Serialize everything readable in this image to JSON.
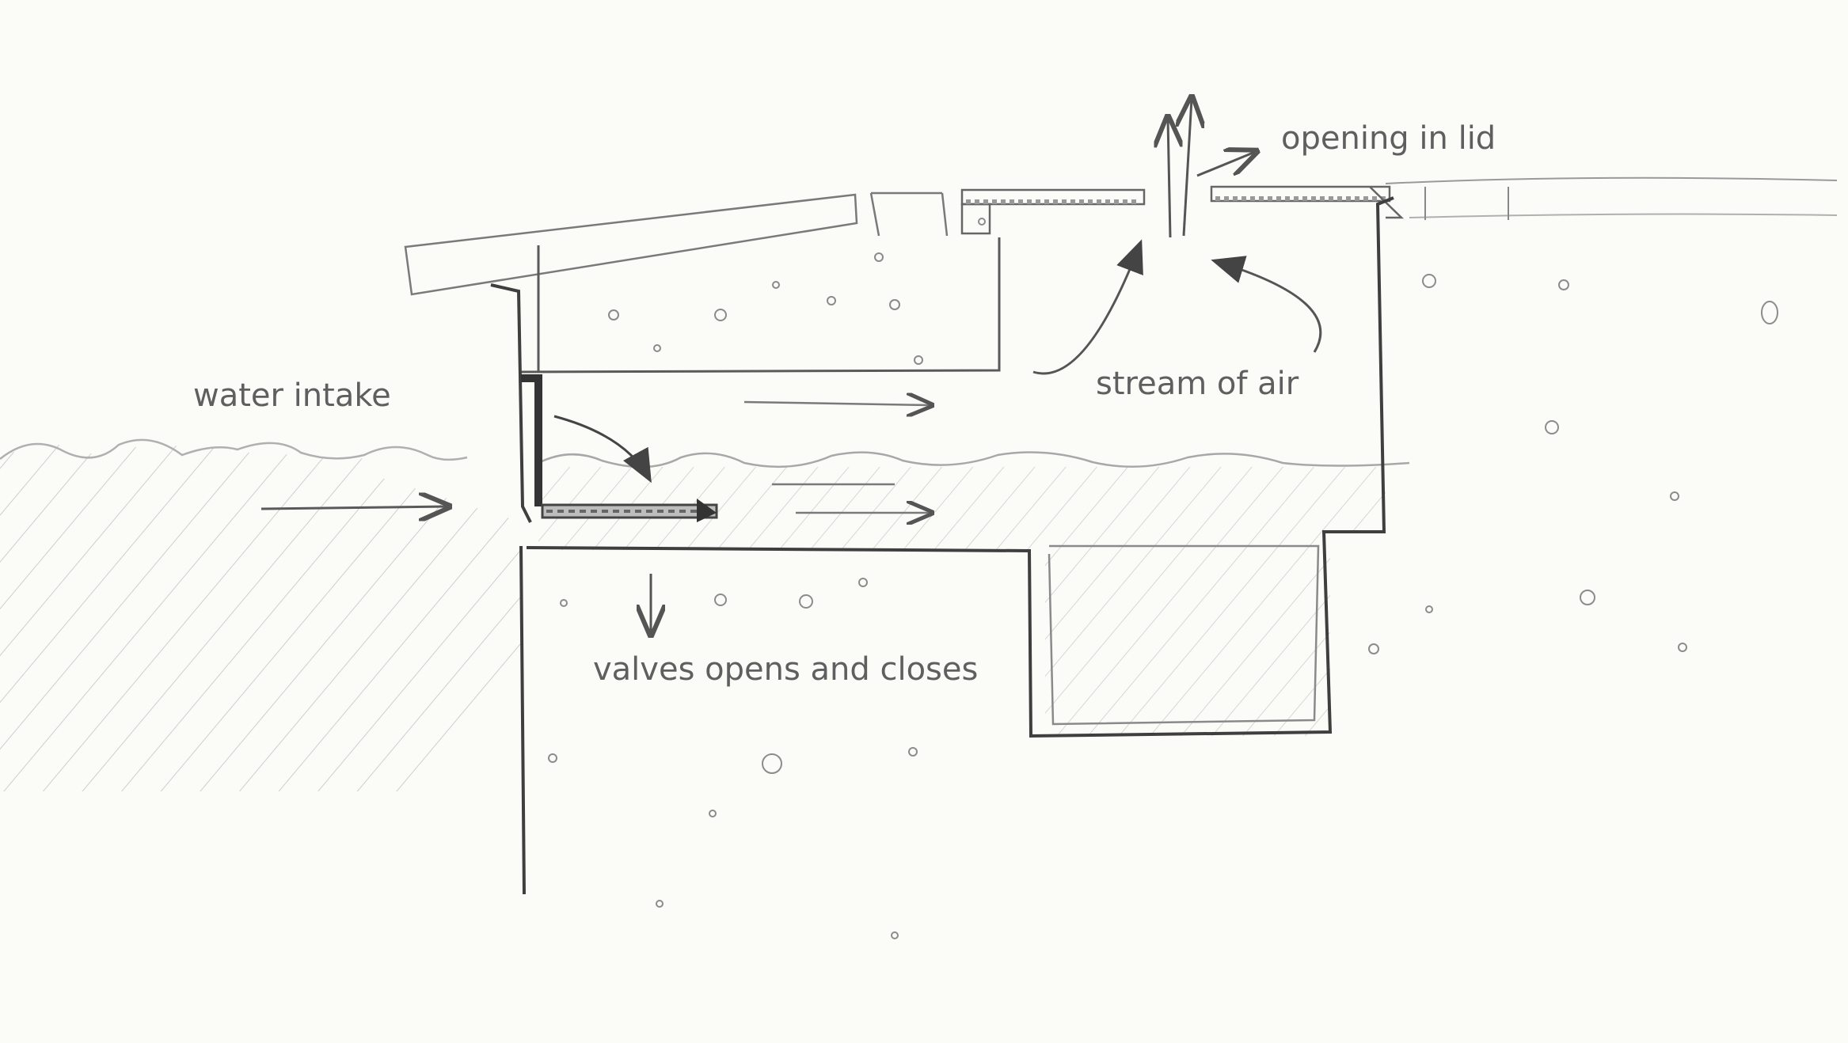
{
  "diagram": {
    "labels": {
      "opening_in_lid": "opening in lid",
      "water_intake": "water intake",
      "stream_of_air": "stream of air",
      "valves": "valves opens and closes"
    }
  },
  "colors": {
    "paper": "#fbfbf8",
    "pencil_dark": "#3c3c3c",
    "pencil_mid": "#6e6e6e",
    "pencil_light": "#b8b8b8",
    "label_text": "#5f5f5f"
  }
}
